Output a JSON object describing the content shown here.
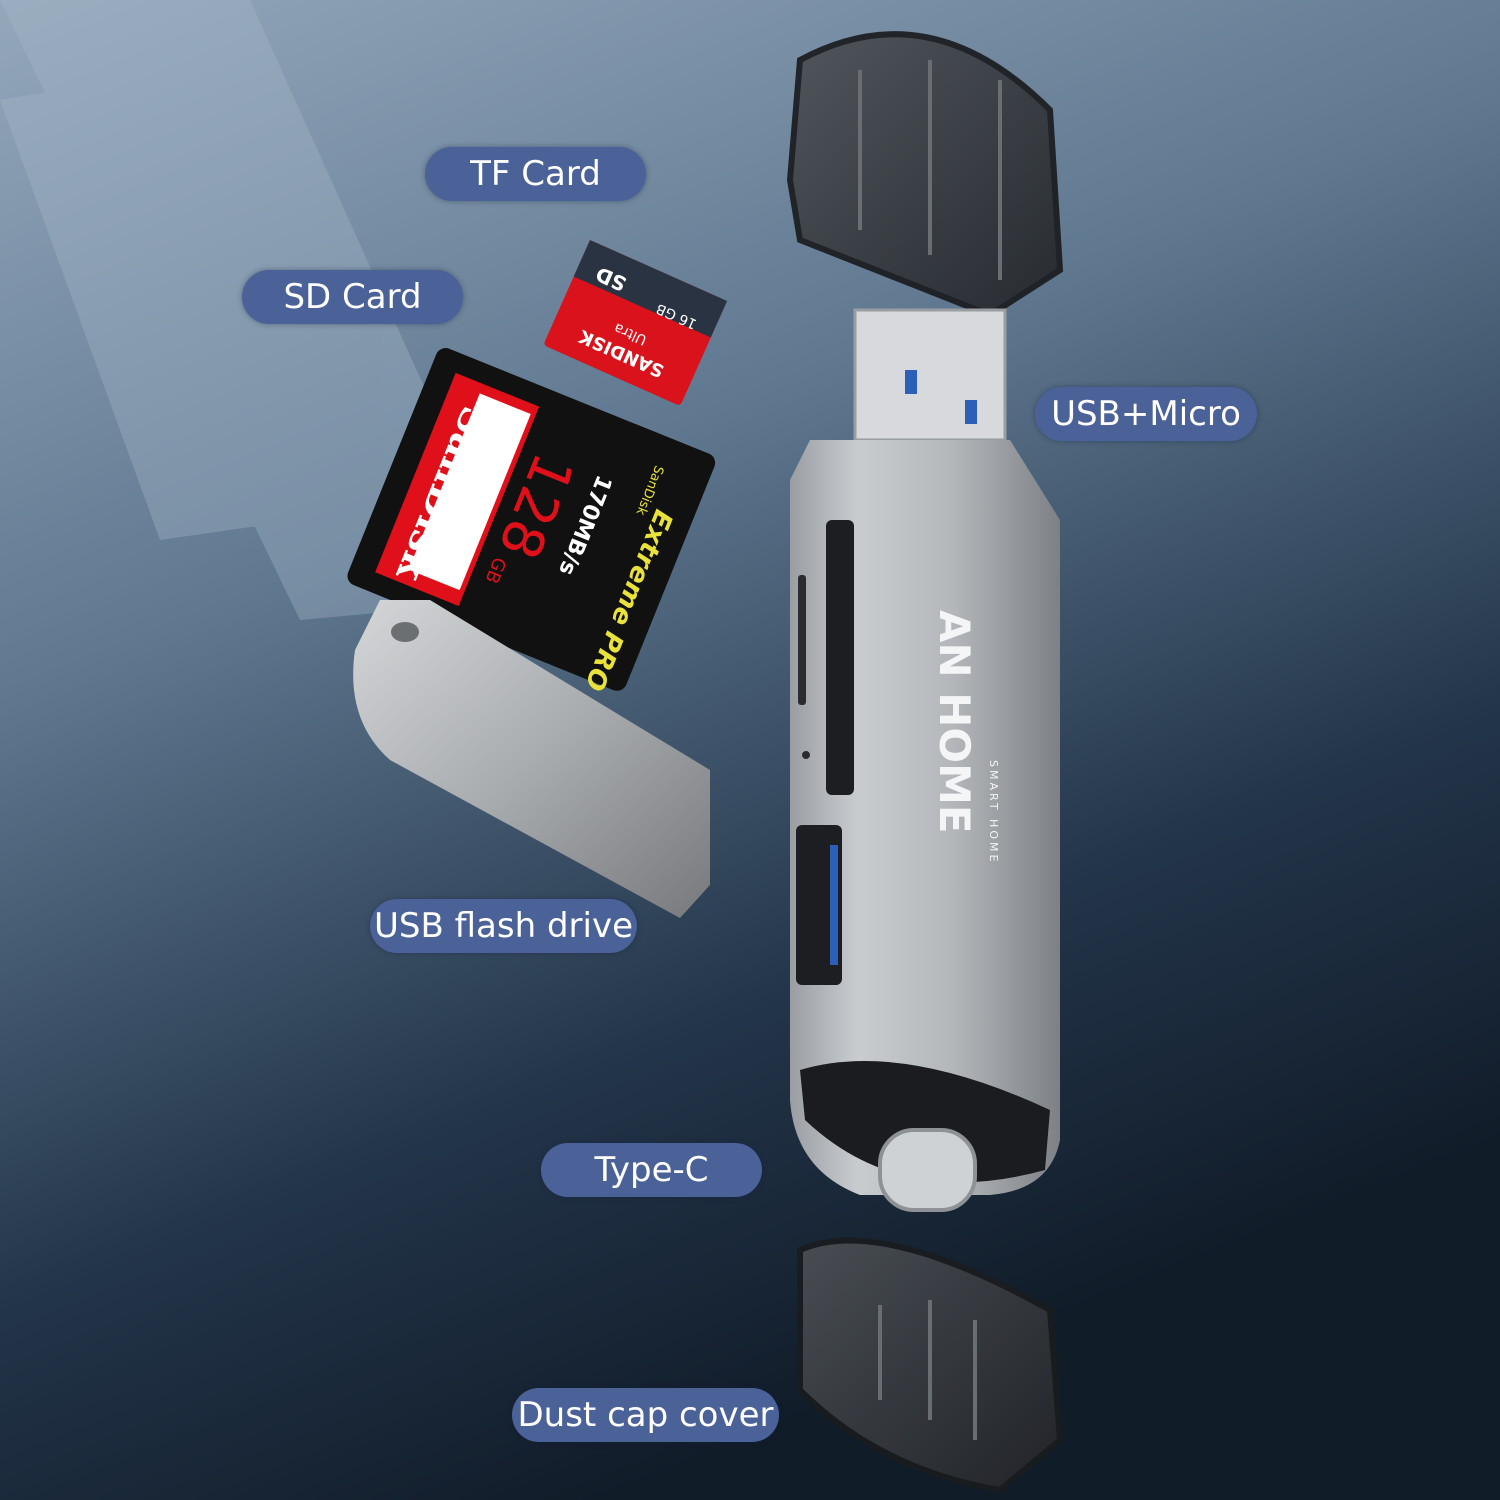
{
  "labels": {
    "tf_card": "TF Card",
    "sd_card": "SD Card",
    "usb_micro": "USB+Micro",
    "usb_flash_drive": "USB flash drive",
    "type_c": "Type-C",
    "dust_cap_cover": "Dust cap cover"
  },
  "device": {
    "brand": "AN HOME",
    "tagline": "SMART HOME"
  },
  "sd_card": {
    "brand": "SanDisk",
    "capacity": "128",
    "unit": "GB",
    "speed": "170MB/s",
    "line": "Extreme PRO",
    "small_brand": "SanDisk"
  },
  "micro_sd": {
    "brand": "SANDISK",
    "line": "Ultra",
    "capacity": "16 GB",
    "type": "SD"
  },
  "colors": {
    "label_bg": "#4a6297",
    "label_text": "#ffffff",
    "background_top": "#8fa3b8",
    "background_bottom": "#131f2d"
  }
}
